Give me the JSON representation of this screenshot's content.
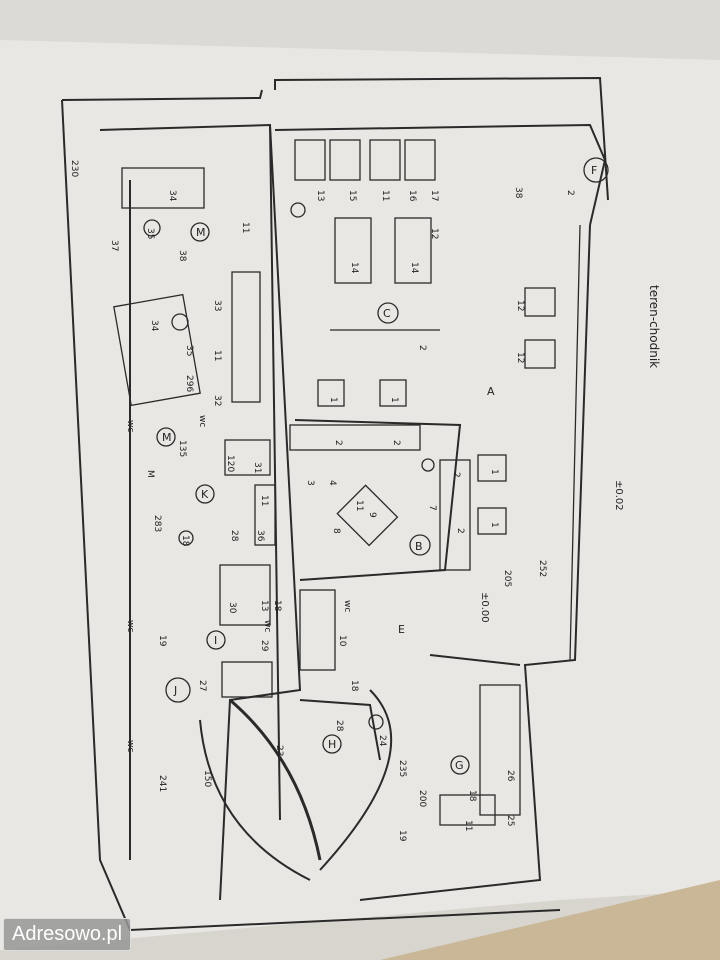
{
  "image": {
    "subject": "floor-plan",
    "paper_color": "#e9e7e3",
    "floor_color": "#c9b797",
    "ink_color": "#2a2a2a"
  },
  "plan": {
    "exterior_label": "teren-chodnik",
    "levels": [
      "±0.02",
      "±0.00"
    ],
    "rooms": [
      "A",
      "B",
      "C",
      "E",
      "F",
      "G",
      "I",
      "J",
      "K",
      "M",
      "M",
      "H"
    ],
    "numbers": [
      "230",
      "34",
      "35",
      "37",
      "11",
      "38",
      "33",
      "34",
      "35",
      "296",
      "11",
      "32",
      "M",
      "120",
      "31",
      "28",
      "36",
      "11",
      "18",
      "13",
      "30",
      "29",
      "18",
      "13",
      "15",
      "11",
      "16",
      "17",
      "12",
      "14",
      "14",
      "12",
      "12",
      "1",
      "1",
      "2",
      "2",
      "2",
      "2",
      "1",
      "1",
      "2",
      "2",
      "38",
      "3",
      "4",
      "11",
      "9",
      "8",
      "7",
      "10",
      "18",
      "23",
      "24",
      "28",
      "18",
      "11",
      "26",
      "25",
      "19",
      "19",
      "27",
      "150",
      "241",
      "283",
      "135",
      "205",
      "235",
      "252",
      "200"
    ],
    "wc_labels": [
      "wc",
      "wc",
      "wc",
      "wc",
      "wc",
      "wc"
    ]
  },
  "watermark": "Adresowo.pl"
}
